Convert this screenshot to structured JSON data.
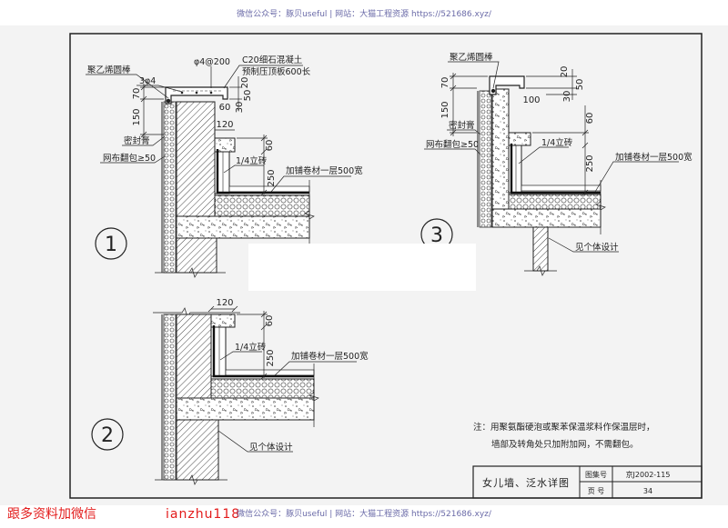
{
  "colors": {
    "ink": "#222222",
    "paper": "#f3f3f3",
    "watermark": "#6b6ba8",
    "promo": "#e31b1b"
  },
  "watermark": {
    "top": "微信公众号：豚贝useful | 网站：大猫工程资源 https://521686.xyz/",
    "bottom": "微信公众号：豚贝useful | 网站：大猫工程资源 https://521686.xyz/"
  },
  "promo": {
    "left": "跟多资料加微信",
    "right": "ianzhu118"
  },
  "detail_1": {
    "number": "1",
    "labels": {
      "rebar_spacing": "φ4@200",
      "concrete": "C20细石混凝土",
      "coping": "预制压顶板600长",
      "rod": "聚乙烯圆棒",
      "rebar_long": "3φ4",
      "sealant": "密封膏",
      "mesh": "网布翻包≥50",
      "brick": "1/4立砖",
      "membrane": "加铺卷材一层500宽"
    },
    "dims": {
      "coping_depth": "70",
      "parapet_above": "150",
      "coping_top": "20",
      "coping_mid": "50",
      "coping_bottom": "30",
      "coping_overhang": "60",
      "ledge_width": "120",
      "ledge_height": "60",
      "upturn_height": "250"
    }
  },
  "detail_2": {
    "number": "2",
    "labels": {
      "brick": "1/4立砖",
      "membrane": "加铺卷材一层500宽",
      "see_design": "见个体设计"
    },
    "dims": {
      "ledge_width": "120",
      "ledge_height": "60",
      "upturn_height": "250"
    }
  },
  "detail_3": {
    "number": "3",
    "labels": {
      "rod": "聚乙烯圆棒",
      "sealant": "密封膏",
      "mesh": "网布翻包≥50",
      "brick": "1/4立砖",
      "membrane": "加铺卷材一层500宽",
      "see_design": "见个体设计"
    },
    "dims": {
      "coping_depth": "70",
      "parapet_above": "150",
      "coping_top": "20",
      "coping_overhang": "100",
      "coping_bottom": "30",
      "coping_mid": "50",
      "ledge_height": "60",
      "upturn_height": "250"
    }
  },
  "note": {
    "line1": "注：用聚氨酯硬泡或聚苯保温浆料作保温层时，",
    "line2": "墙部及转角处只加附加网，不需翻包。"
  },
  "title_block": {
    "title": "女儿墙、泛水详图",
    "atlas_label": "图集号",
    "atlas_no": "京J2002-115",
    "page_label": "页  号",
    "page_no": "34"
  }
}
